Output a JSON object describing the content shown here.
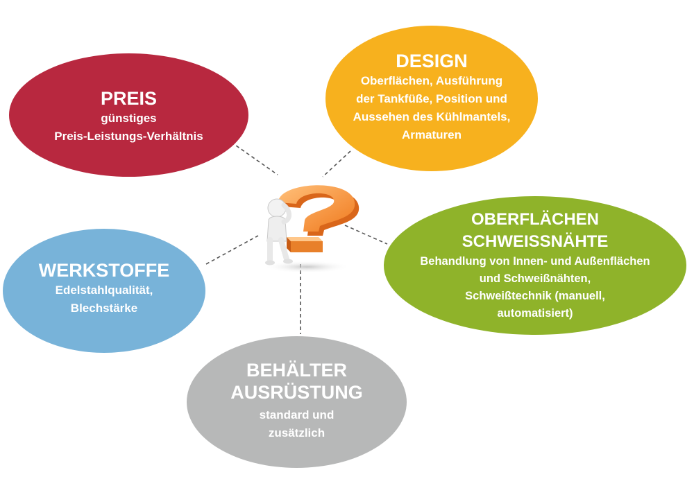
{
  "nodes": {
    "preis": {
      "title": "PREIS",
      "lines": [
        "günstiges",
        "Preis-Leistungs-Verhältnis"
      ],
      "color": "#b8283f"
    },
    "design": {
      "title": "DESIGN",
      "lines": [
        "Oberflächen, Ausführung",
        "der Tankfüße, Position und",
        "Aussehen des Kühlmantels,",
        "Armaturen"
      ],
      "color": "#f7b11e"
    },
    "werkstoffe": {
      "title": "WERKSTOFFE",
      "lines": [
        "Edelstahlqualität,",
        "Blechstärke"
      ],
      "color": "#78b3d9"
    },
    "behaelter": {
      "title_lines": [
        "BEHÄLTER",
        "AUSRÜSTUNG"
      ],
      "lines": [
        "standard und",
        "zusätzlich"
      ],
      "color": "#b7b8b8"
    },
    "oberflaechen": {
      "title_lines": [
        "OBERFLÄCHEN",
        "SCHWEISSNÄHTE"
      ],
      "lines": [
        "Behandlung von Innen- und Außenflächen",
        "und Schweißnähten,",
        "Schweißtechnik (manuell,",
        "automatisiert)"
      ],
      "color": "#8fb32a"
    }
  },
  "center": {
    "icon": "thinking-person-question-mark-icon"
  }
}
